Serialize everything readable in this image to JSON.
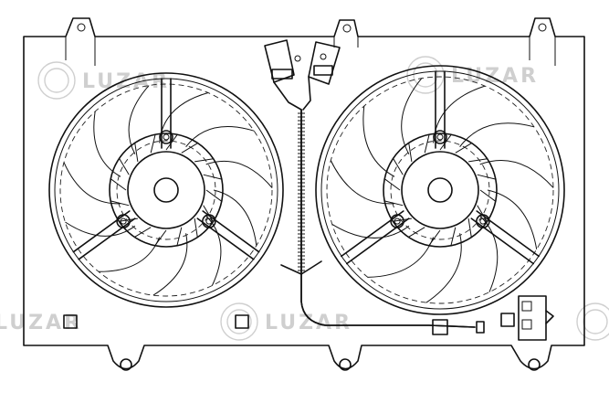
{
  "watermark": {
    "brand": "LUZAR",
    "logo_icon": "luzar-logo-icon"
  },
  "figure": {
    "subject": "dual-radiator-cooling-fan-assembly",
    "fan_count": 2,
    "blades_per_fan": 11
  }
}
